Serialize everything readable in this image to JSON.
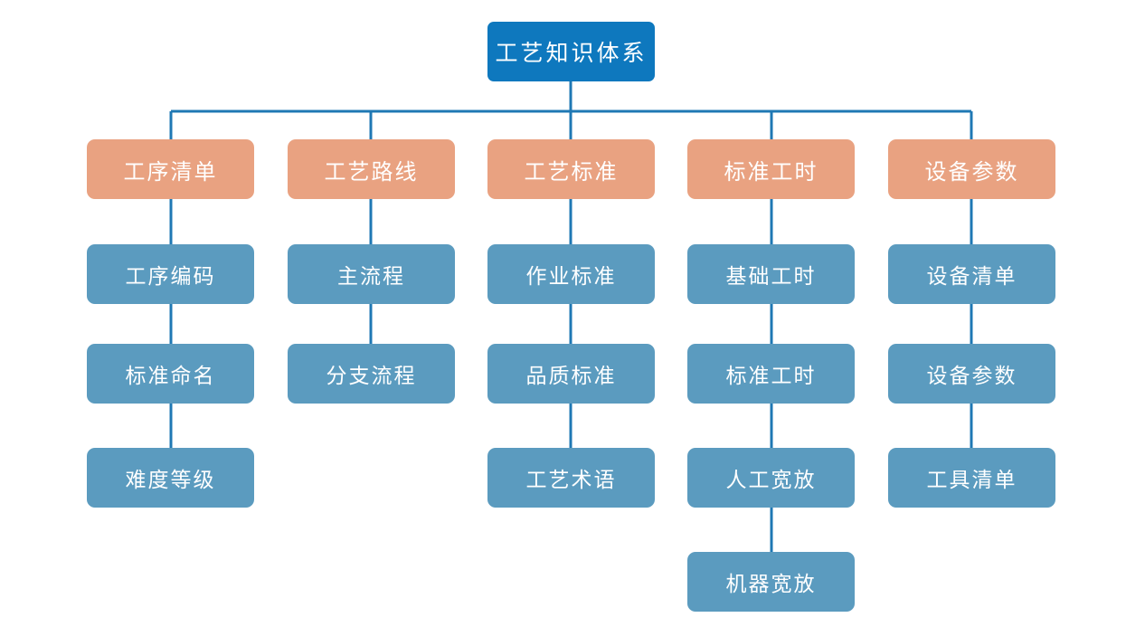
{
  "diagram": {
    "title": "工艺知识体系",
    "type": "organization-tree",
    "orientation": "top-down",
    "background_color": "#FFFFFF",
    "colors": {
      "root_node": "#0E78BE",
      "level2_node": "#E9A281",
      "level3_node": "#5B9BBF",
      "connector_line": "#1F78B4",
      "node_text": "#FFFFFF"
    },
    "root": {
      "label": "工艺知识体系",
      "level": 1
    },
    "columns": [
      {
        "index": 1,
        "header": "工序清单",
        "items": [
          "工序编码",
          "标准命名",
          "难度等级"
        ]
      },
      {
        "index": 2,
        "header": "工艺路线",
        "items": [
          "主流程",
          "分支流程"
        ]
      },
      {
        "index": 3,
        "header": "工艺标准",
        "items": [
          "作业标准",
          "品质标准",
          "工艺术语"
        ]
      },
      {
        "index": 4,
        "header": "标准工时",
        "items": [
          "基础工时",
          "标准工时",
          "人工宽放",
          "机器宽放"
        ]
      },
      {
        "index": 5,
        "header": "设备参数",
        "items": [
          "设备清单",
          "设备参数",
          "工具清单"
        ]
      }
    ]
  }
}
